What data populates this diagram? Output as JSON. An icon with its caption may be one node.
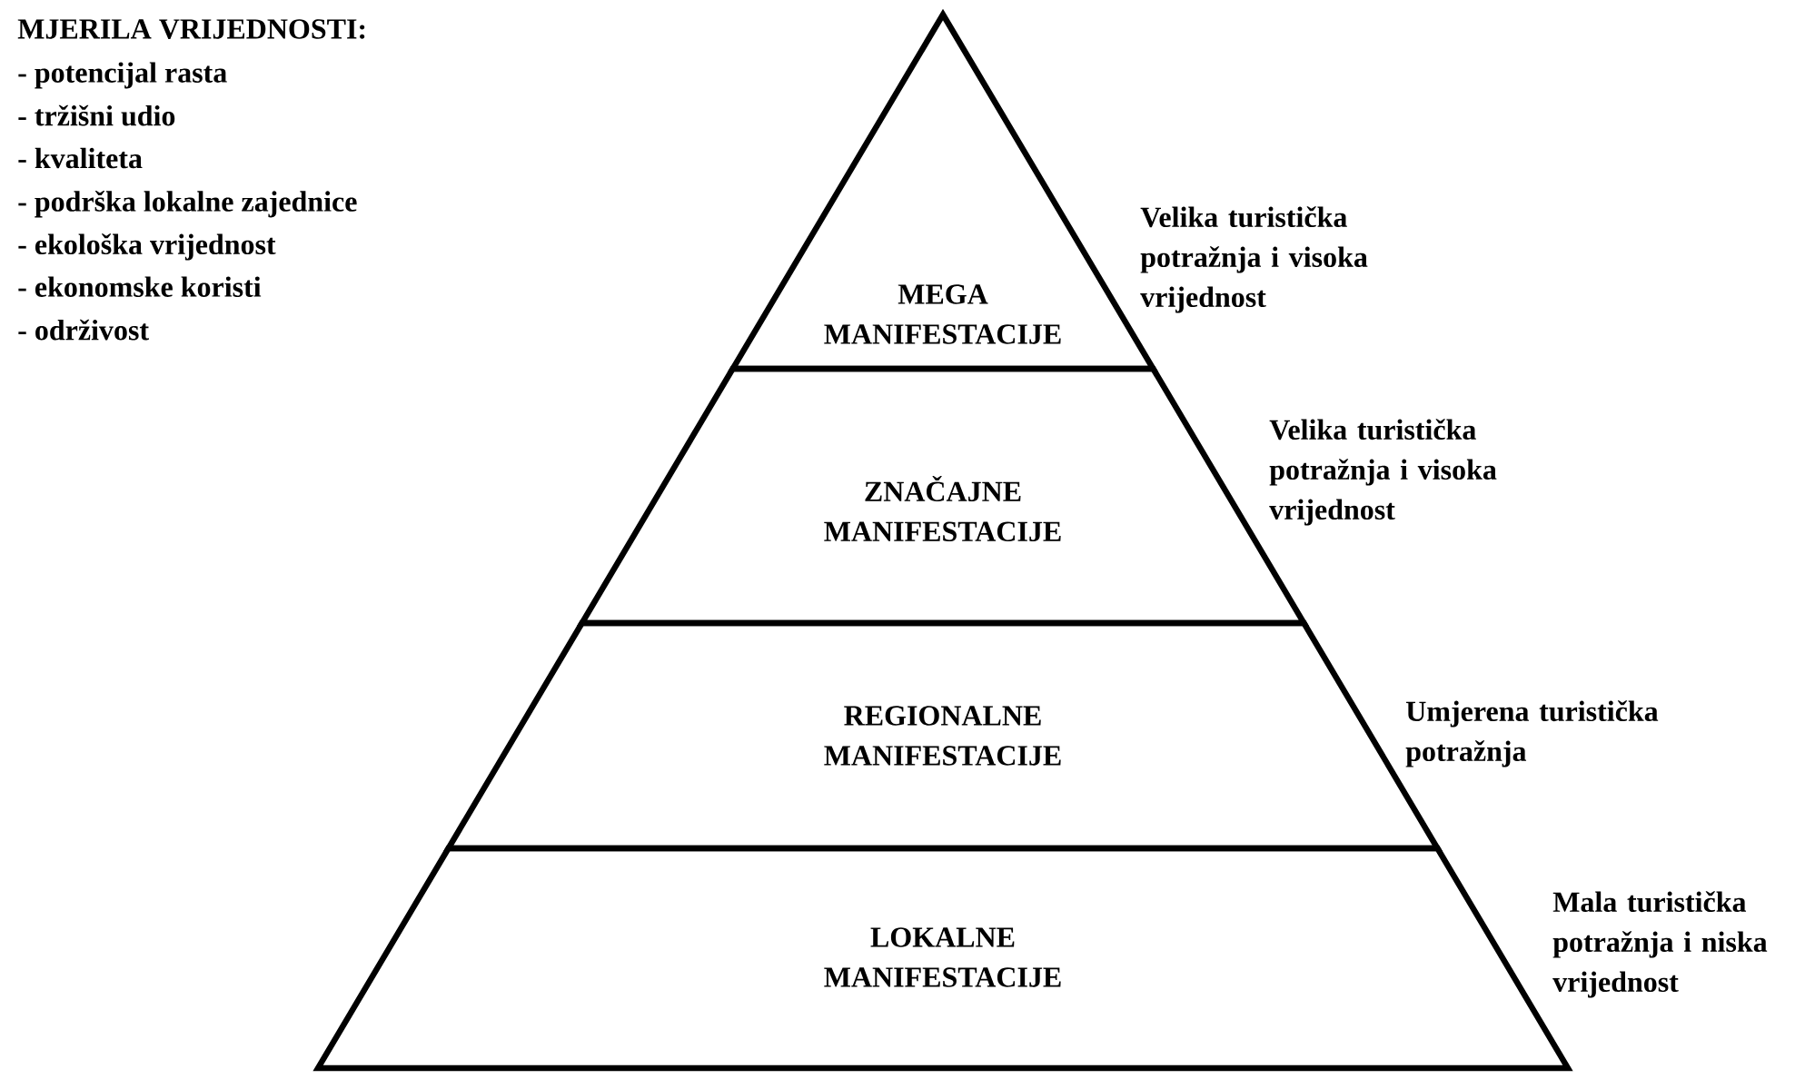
{
  "diagram": {
    "nodes": [
      {
        "text": [
          "MEGA MANIFESTACIJE"
        ],
        "beside": [
          "Velika turistička potražnja i visoka vrijednost"
        ]
      },
      {
        "text": [
          "ZNAČAJNE MANIFESTACIJE"
        ],
        "beside": [
          "Velika turistička potražnja i visoka vrijednost"
        ]
      },
      {
        "text": [
          "REGIONALNE MANIFESTACIJE"
        ],
        "beside": [
          "Umjerena turistička potražnja"
        ]
      },
      {
        "text": [
          "LOKALNE MANIFESTACIJE"
        ],
        "beside": [
          "Mala turistička potražnja i niska vrijednost"
        ]
      }
    ],
    "labels": [
      "MJERILA VRIJEDNOSTI:",
      "- potencijal rasta",
      "- tržišni udio",
      "- kvaliteta",
      "- podrška lokalne zajednice",
      "- ekološka vrijednost",
      "- ekonomske koristi",
      "- održivost"
    ]
  }
}
